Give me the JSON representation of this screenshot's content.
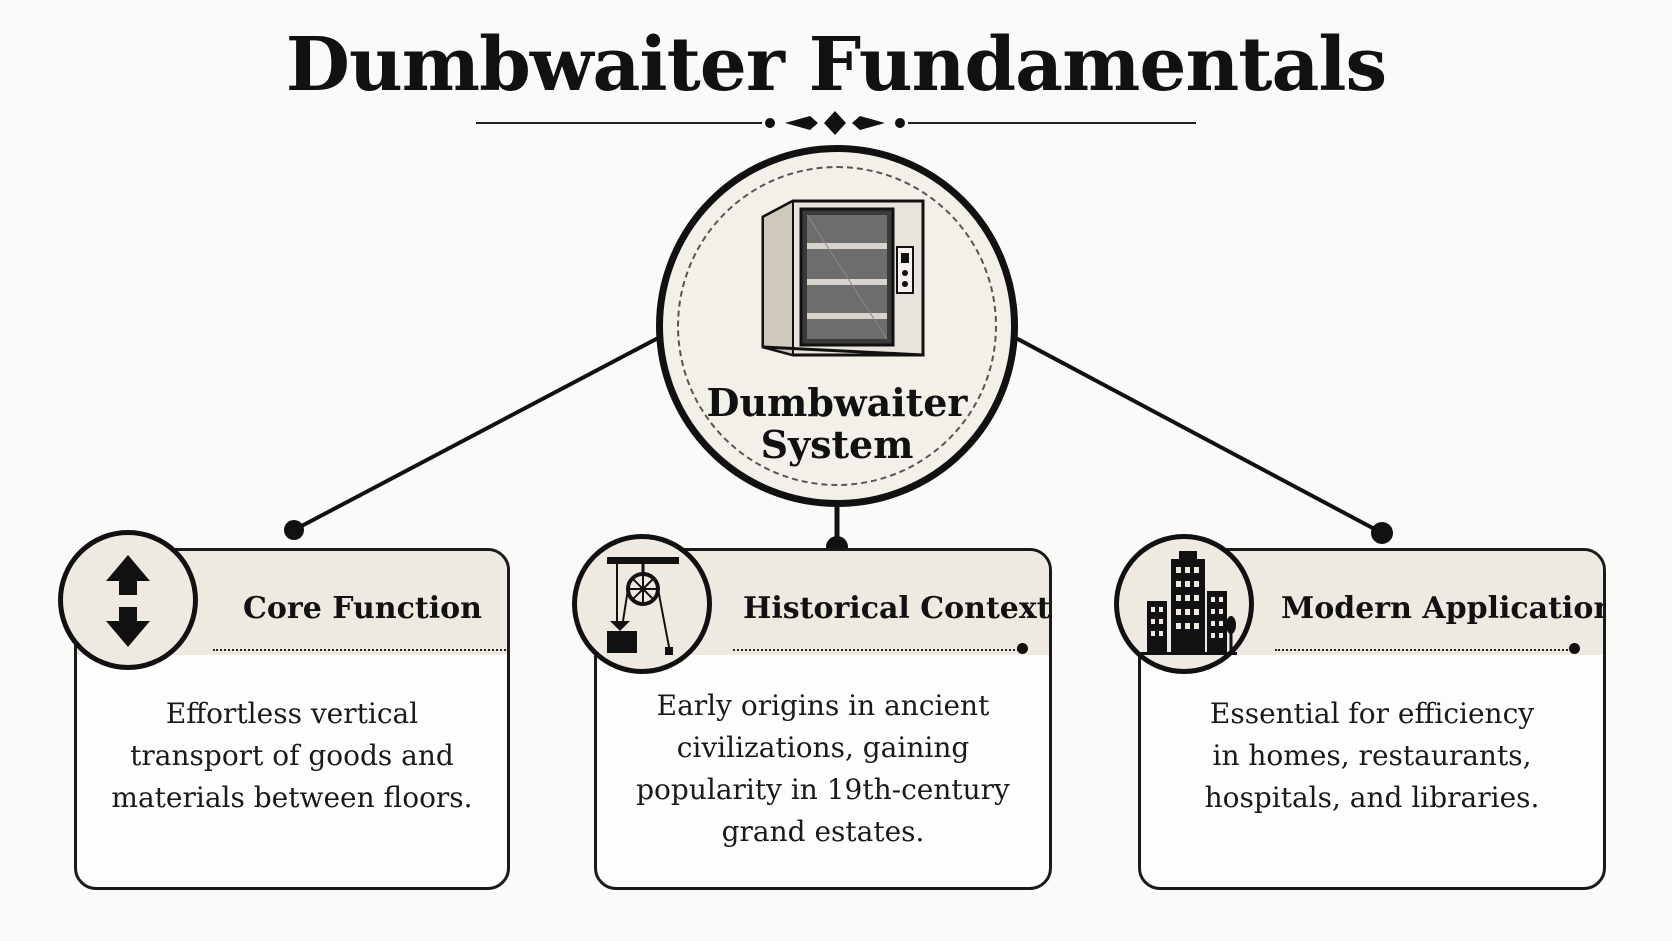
{
  "title": "Dumbwaiter Fundamentals",
  "hub": {
    "label_line1": "Dumbwaiter",
    "label_line2": "System",
    "icon": "dumbwaiter-cabinet-icon"
  },
  "cards": [
    {
      "title": "Core Function",
      "icon": "up-down-arrows-icon",
      "lines": [
        "Effortless vertical",
        "transport of goods and",
        "materials between floors."
      ]
    },
    {
      "title": "Historical Context",
      "icon": "pulley-hoist-icon",
      "lines": [
        "Early origins in ancient",
        "civilizations, gaining",
        "popularity in 19th-century",
        "grand estates."
      ]
    },
    {
      "title": "Modern Applications",
      "icon": "city-buildings-icon",
      "lines": [
        "Essential for efficiency",
        "in homes, restaurants,",
        "hospitals, and libraries."
      ]
    }
  ],
  "colors": {
    "background": "#fafaf8",
    "panel": "#efeae1",
    "ink": "#111111"
  }
}
